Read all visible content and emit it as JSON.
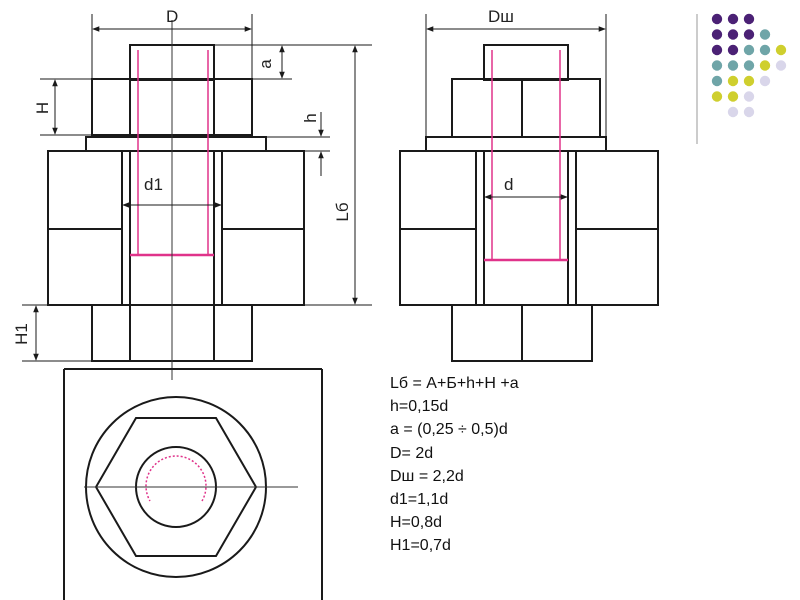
{
  "labels": {
    "D": "D",
    "Dw": "Dш",
    "a": "a",
    "H": "H",
    "h": "h",
    "d1": "d1",
    "d": "d",
    "Lb": "Lб",
    "H1": "H1"
  },
  "formulas": [
    "Lб = А+Б+h+H +a",
    "h=0,15d",
    "a = (0,25 ÷ 0,5)d",
    "D= 2d",
    "Dш = 2,2d",
    "d1=1,1d",
    "H=0,8d",
    "H1=0,7d"
  ],
  "colors": {
    "line": "#1a1a1a",
    "thread": "#e0338a",
    "axis": "#333333",
    "dot_purple": "#4b2175",
    "dot_teal": "#6fa5a8",
    "dot_yellow": "#cfcf2e",
    "dot_lavender": "#d9d6ea"
  }
}
